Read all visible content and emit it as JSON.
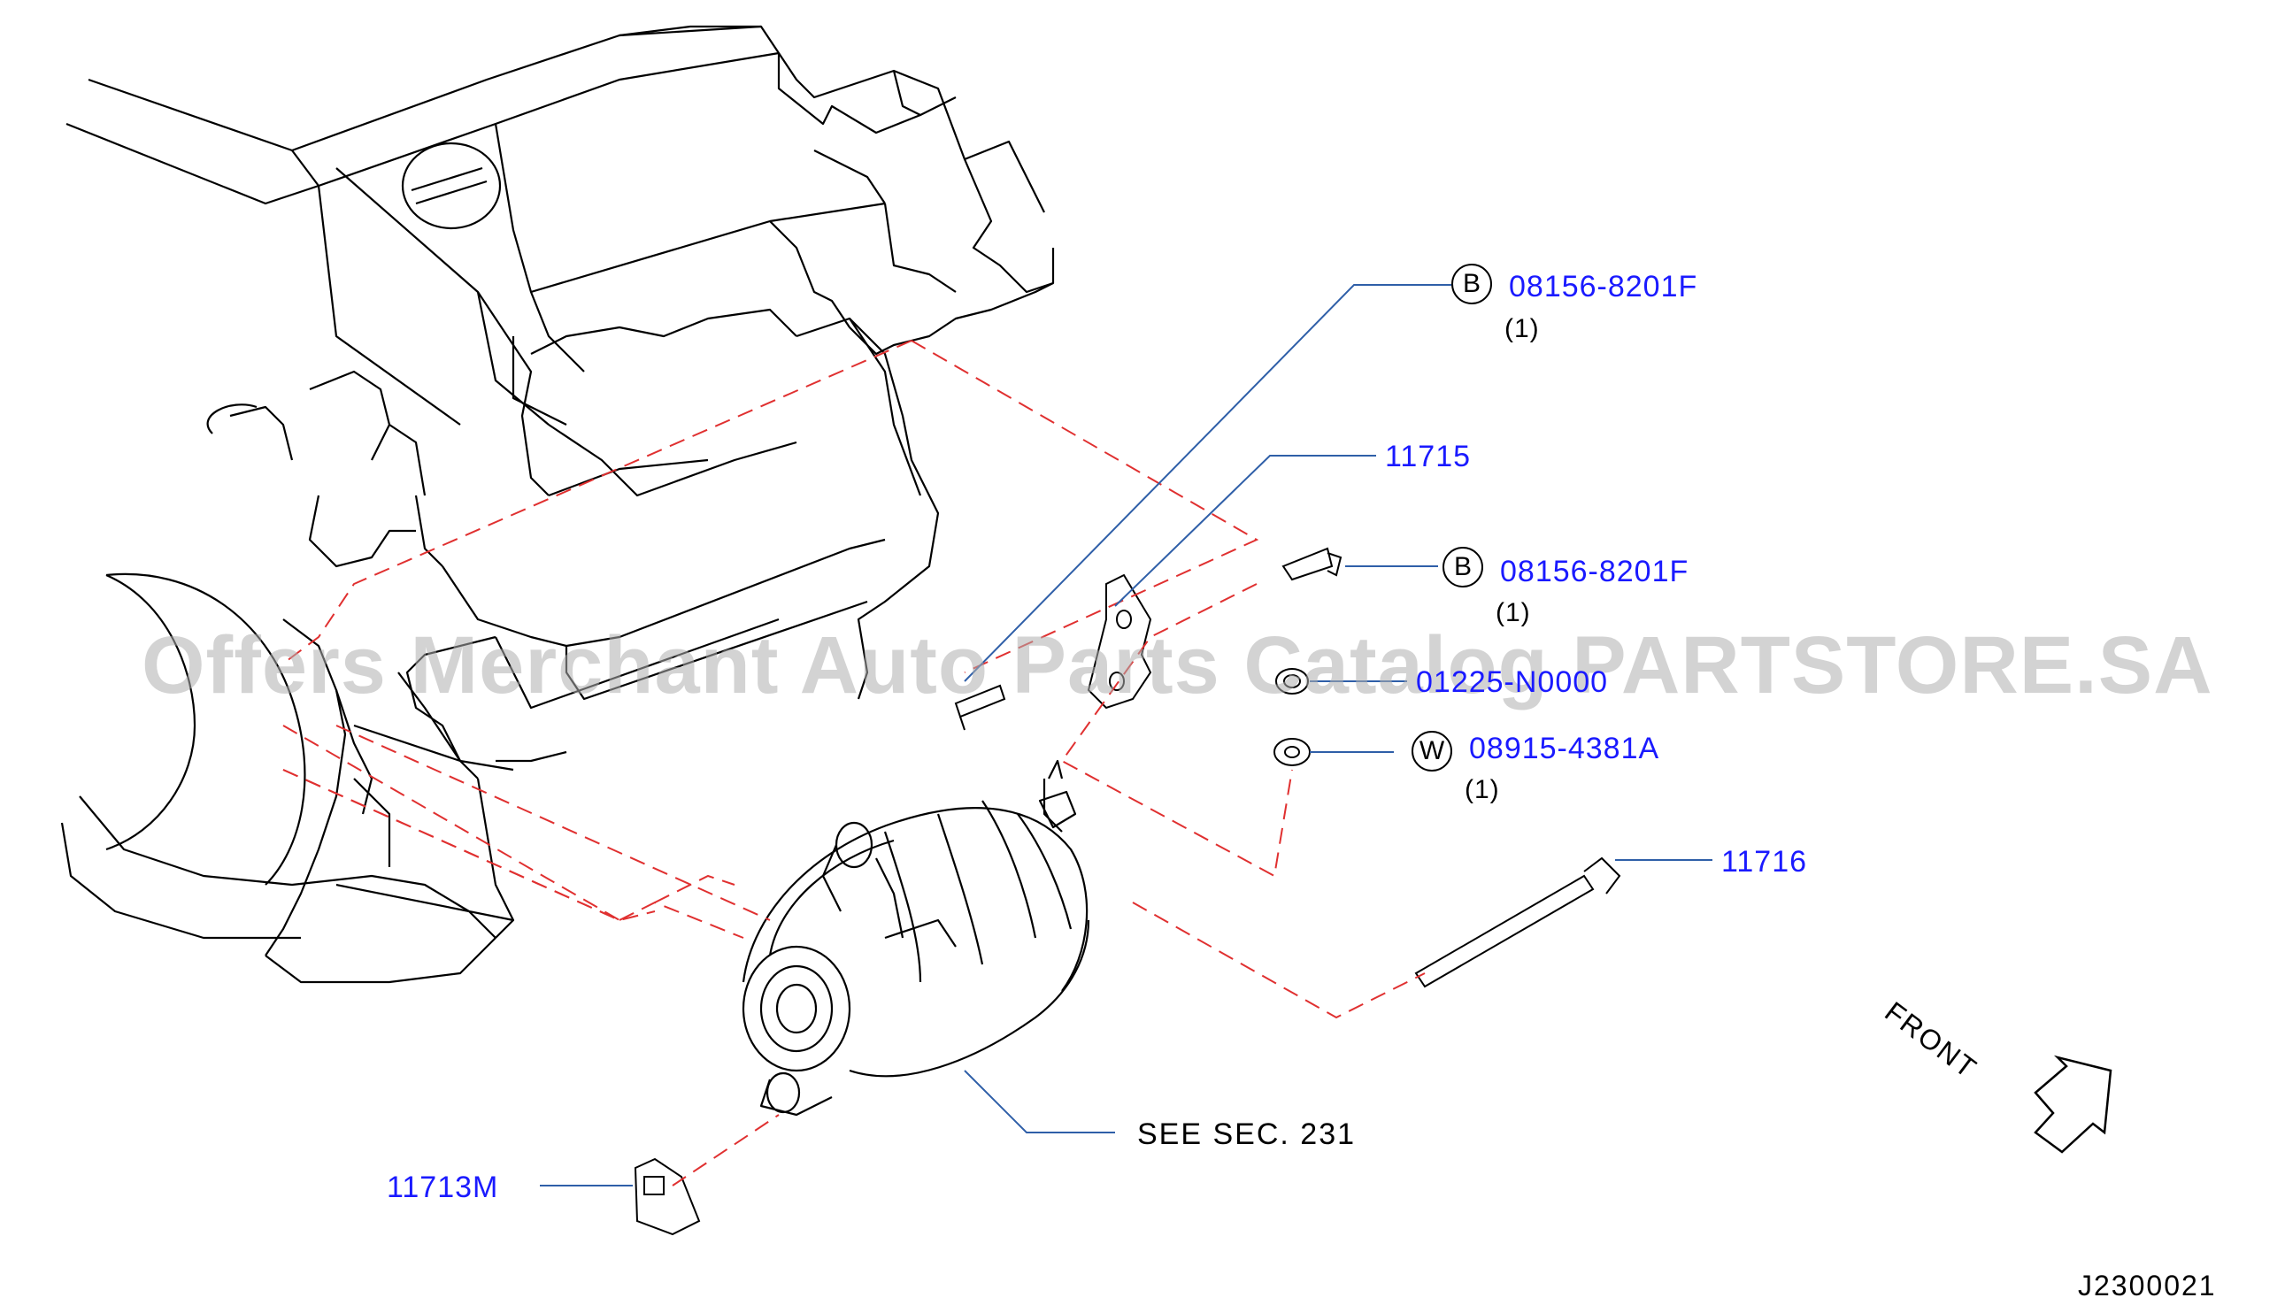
{
  "callouts": {
    "bolt_top": {
      "symbol": "B",
      "part_no": "08156-8201F",
      "qty": "(1)"
    },
    "bracket": {
      "part_no": "11715"
    },
    "bolt_mid": {
      "symbol": "B",
      "part_no": "08156-8201F",
      "qty": "(1)"
    },
    "nut": {
      "part_no": "01225-N0000"
    },
    "washer": {
      "symbol": "W",
      "part_no": "08915-4381A",
      "qty": "(1)"
    },
    "long_bolt": {
      "part_no": "11716"
    },
    "alternator": {
      "text": "SEE  SEC.  231"
    },
    "lower_bracket": {
      "part_no": "11713M"
    }
  },
  "front_label": "FRONT",
  "diagram_id": "J2300021",
  "watermark": "Offers Merchant Auto Parts Catalog PARTSTORE.SA",
  "colors": {
    "part_link": "#1a1aff",
    "leader": "#2f5fa8",
    "dashed": "#e03030",
    "line": "#000000"
  }
}
